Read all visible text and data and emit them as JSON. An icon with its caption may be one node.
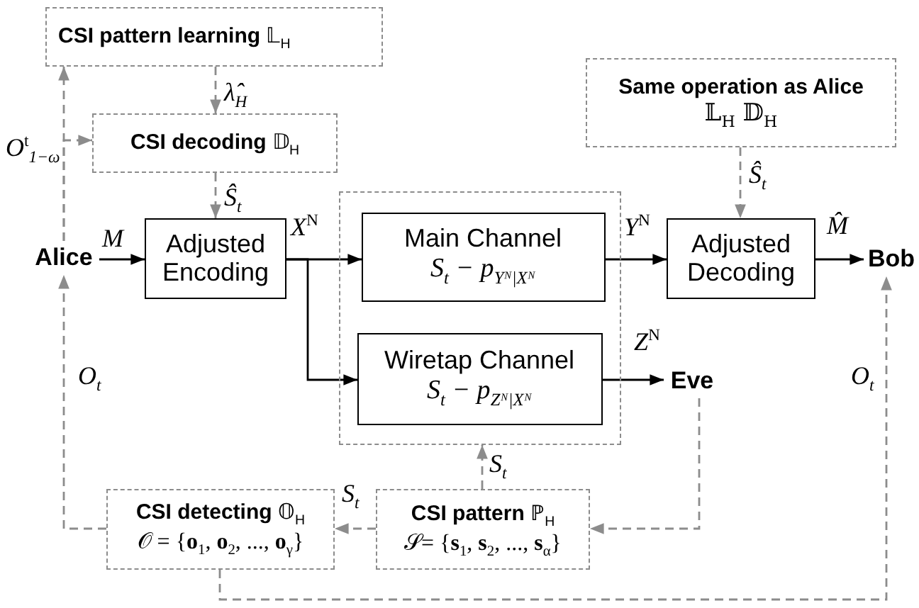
{
  "diagram": {
    "nodes": [
      {
        "text": [
          "**CSI pattern learning** 𝕃$_{H}$"
        ]
      },
      {
        "text": [
          "**CSI decoding** 𝔻$_{H}$"
        ]
      },
      {
        "text": [
          "Alice"
        ]
      },
      {
        "text": [
          "Adjusted Encoding"
        ]
      },
      {
        "text": [],
        "shape": "box"
      },
      {
        "text": [
          "Main Channel",
          "S$_{t}$ − p$_{Yᴺ|Xᴺ}$"
        ],
        "in": 4
      },
      {
        "text": [
          "Wiretap Channel",
          "S$_{t}$ − p$_{Zᴺ|Xᴺ}$"
        ],
        "in": 4
      },
      {
        "text": [
          "Eve"
        ]
      },
      {
        "text": [
          "Same operation as Alice",
          "𝕃$_{H}$  𝔻$_{H}$"
        ]
      },
      {
        "text": [
          "Adjusted Decoding"
        ]
      },
      {
        "text": [
          "Bob"
        ]
      },
      {
        "text": [
          "**CSI detecting** 𝕆$_{H}$",
          "𝒪 = {**o**$_{1}$, **o**$_{2}$, ..., **o**$_{γ}$}"
        ]
      },
      {
        "text": [
          "**CSI pattern** ℙ$_{H}$",
          "𝒮= {**s**$_{1}$, **s**$_{2}$, ..., **s**$_{α}$}"
        ]
      }
    ],
    "edges": [
      {
        "from": 2,
        "to": 0,
        "arrow": "to",
        "style": "dashed",
        "label": "O$^{t}$$_{1−ω}$"
      },
      {
        "from": 2,
        "to": 1,
        "arrow": "to",
        "style": "dashed"
      },
      {
        "from": 0,
        "to": 1,
        "arrow": "to",
        "style": "dashed",
        "label": "λ̂$_{H}$"
      },
      {
        "from": 1,
        "to": 3,
        "arrow": "to",
        "style": "dashed",
        "label": "Ŝ$_{t}$"
      },
      {
        "from": 2,
        "to": 3,
        "arrow": "to",
        "color": "#000000",
        "label": "M"
      },
      {
        "from": 3,
        "to": 5,
        "arrow": "to",
        "color": "#000000",
        "label": "X$^{N}$"
      },
      {
        "from": 3,
        "to": 6,
        "arrow": "to",
        "color": "#000000"
      },
      {
        "from": 5,
        "to": 9,
        "arrow": "to",
        "color": "#000000",
        "label": "Y$^{N}$"
      },
      {
        "from": 9,
        "to": 10,
        "arrow": "to",
        "color": "#000000",
        "label": "M̂"
      },
      {
        "from": 8,
        "to": 9,
        "arrow": "to",
        "style": "dashed",
        "label": "Ŝ$_{t}$"
      },
      {
        "from": 6,
        "to": 7,
        "arrow": "to",
        "color": "#000000",
        "label": "Z$^{N}$"
      },
      {
        "from": 7,
        "to": 12,
        "arrow": "to",
        "style": "dashed"
      },
      {
        "from": 12,
        "to": 4,
        "arrow": "to",
        "style": "dashed",
        "label": "S$_{t}$"
      },
      {
        "from": 12,
        "to": 11,
        "arrow": "to",
        "style": "dashed",
        "label": "S$_{t}$"
      },
      {
        "from": 11,
        "to": 2,
        "arrow": "to",
        "style": "dashed",
        "label": "O$_{t}$"
      },
      {
        "from": 11,
        "to": 10,
        "arrow": "to",
        "style": "dashed",
        "label": "O$_{t}$"
      }
    ]
  }
}
